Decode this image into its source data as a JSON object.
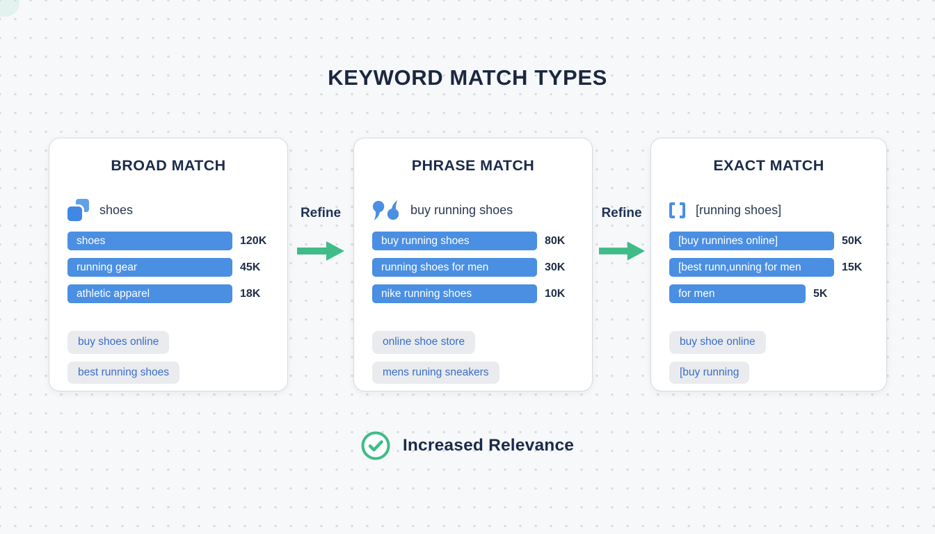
{
  "page": {
    "title": "KEYWORD MATCH TYPES"
  },
  "cards": [
    {
      "title": "BROAD MATCH",
      "icon": "overlap-squares-icon",
      "keyword": "shoes",
      "bars": [
        {
          "label": "shoes",
          "value": "120K"
        },
        {
          "label": "running gear",
          "value": "45K"
        },
        {
          "label": "athletic apparel",
          "value": "18K"
        }
      ],
      "pills": [
        "buy shoes online",
        "best running shoes"
      ]
    },
    {
      "title": "PHRASE MATCH",
      "icon": "quote-icon",
      "keyword": "buy running shoes",
      "bars": [
        {
          "label": "buy running shoes",
          "value": "80K"
        },
        {
          "label": "running shoes for men",
          "value": "30K"
        },
        {
          "label": "nike running shoes",
          "value": "10K"
        }
      ],
      "pills": [
        "online shoe store",
        "mens runing sneakers"
      ]
    },
    {
      "title": "EXACT MATCH",
      "icon": "brackets-icon",
      "keyword": "[running shoes]",
      "bars": [
        {
          "label": "[buy runnines online]",
          "value": "50K"
        },
        {
          "label": "[best runn,unning for men",
          "value": "15K"
        },
        {
          "label": "for men",
          "value": "5K"
        }
      ],
      "pills": [
        "buy shoe online",
        "[buy running"
      ]
    }
  ],
  "connectors": [
    {
      "label": "Refine",
      "icon": "arrow-right-icon"
    },
    {
      "label": "Refine",
      "icon": "arrow-right-icon"
    }
  ],
  "footer": {
    "label": "Increased Relevance",
    "icon": "check-circle-icon"
  },
  "colors": {
    "accent_blue": "#4a8fe2",
    "accent_green": "#3fbc87",
    "navy": "#1c2b4a",
    "pill_bg": "#e9ebee",
    "pill_text": "#3a6dc6",
    "background": "#f7f8f9"
  }
}
